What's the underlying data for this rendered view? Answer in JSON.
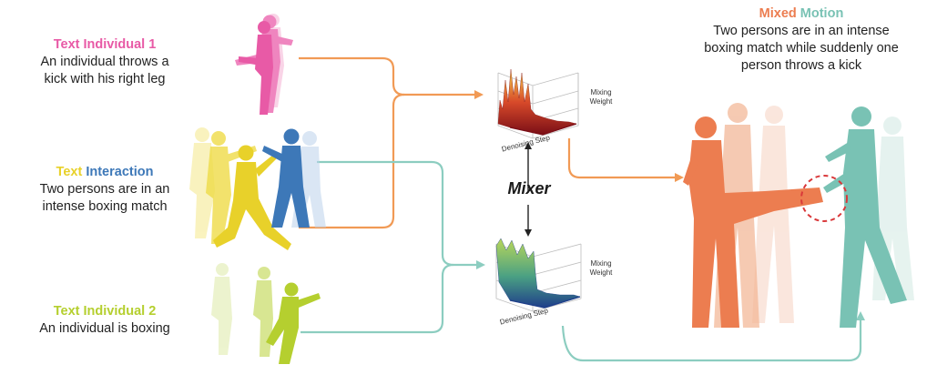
{
  "colors": {
    "individual1": "#e85aa6",
    "interaction_text": "#e8d12a",
    "interaction_word": "#3d78b8",
    "individual2": "#b5cf2f",
    "mixed": "#ec7d50",
    "motion": "#79c2b4",
    "arrow_orange": "#f19a55",
    "arrow_teal": "#8ccdc0"
  },
  "individual1": {
    "head_text": "Text",
    "head_label": "Individual 1",
    "line1": "An individual throws a",
    "line2": "kick with his right leg"
  },
  "interaction": {
    "head_text": "Text",
    "head_label": "Interaction",
    "line1": "Two persons are in an",
    "line2": "intense boxing match"
  },
  "individual2": {
    "head_text": "Text",
    "head_label": "Individual 2",
    "line1": "An individual is boxing"
  },
  "mixed": {
    "head_mixed": "Mixed",
    "head_motion": "Motion",
    "line1": "Two persons are in an intense",
    "line2": "boxing match while suddenly one",
    "line3": "person throws a kick"
  },
  "mixer": {
    "label": "Mixer"
  },
  "plots": {
    "x_axis_label": "Denoising Step",
    "z_axis_line1": "Mixing",
    "z_axis_line2": "Weight"
  },
  "figures": {
    "individual1": "kicking-person-figure",
    "interaction": "boxing-pair-figure",
    "individual2": "boxing-person-figure",
    "mixed": "mixed-motion-figure"
  }
}
